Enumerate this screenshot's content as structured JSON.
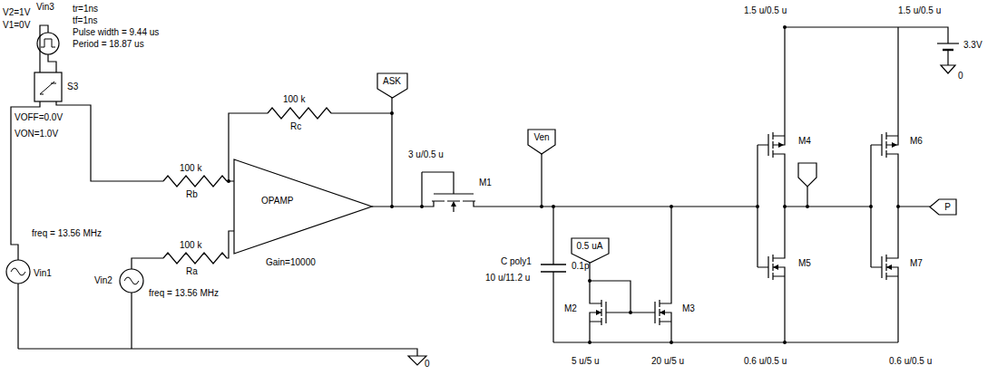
{
  "diagram": {
    "nodes": [
      {
        "text": [
          "OPAMP",
          "Gain=10000"
        ]
      },
      {
        "text": [
          "ASK"
        ]
      },
      {
        "text": [
          "Ven"
        ]
      },
      {
        "text": [
          "0.5 uA"
        ]
      },
      {
        "text": [
          "P"
        ]
      }
    ],
    "edges": [
      {
        "from": 0,
        "to": 1,
        "arrow": "none"
      }
    ],
    "labels": [
      "V2=1V",
      "V1=0V",
      "Vin3",
      "tr=1ns",
      "tf=1ns",
      "Pulse width = 9.44 us",
      "Period = 18.87 us",
      "S3",
      "VOFF=0.0V",
      "VON=1.0V",
      "freq = 13.56 MHz",
      "Vin1",
      "Vin2",
      "freq = 13.56 MHz",
      "100 k",
      "Rb",
      "100 k",
      "Ra",
      "100 k",
      "Rc",
      "-",
      "+",
      "0",
      "3 u/0.5 u",
      "M1",
      "C poly1",
      "10 u/11.2 u",
      "0.1p",
      "M2",
      "M3",
      "5 u/5 u",
      "20 u/5 u",
      "M4",
      "M5",
      "M6",
      "M7",
      "1.5 u/0.5 u",
      "1.5 u/0.5 u",
      "0.6 u/0.5 u",
      "0.6 u/0.5 u",
      "3.3V",
      "0"
    ]
  }
}
